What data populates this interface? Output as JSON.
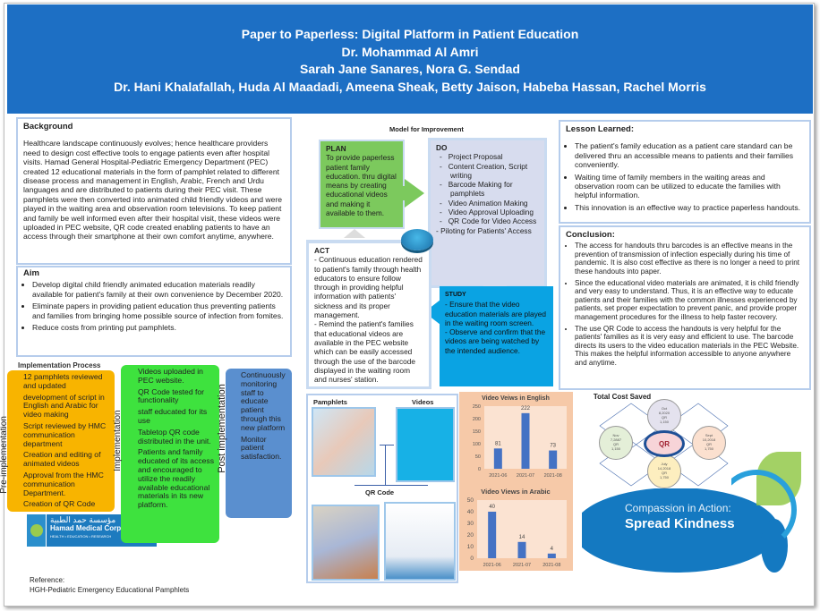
{
  "header": {
    "title": "Paper to Paperless: Digital Platform in Patient Education",
    "line2": "Dr. Mohammad Al Amri",
    "line3": "Sarah Jane Sanares, Nora G. Sendad",
    "line4": "Dr. Hani Khalafallah, Huda Al Maadadi, Ameena Sheak, Betty Jaison, Habeba  Hassan,  Rachel Morris"
  },
  "background": {
    "title": "Background",
    "text": "Healthcare landscape continuously evolves; hence healthcare providers need to design cost effective tools to engage patients even after hospital visits. Hamad General Hospital-Pediatric Emergency Department (PEC) created 12 educational materials in the form of pamphlet related to different disease process and management in English, Arabic, French and Urdu languages and are distributed to patients during their PEC visit. These pamphlets were then converted into animated child friendly videos and were played in the waiting area and observation room  televisions. To keep patient and family be well informed even after their hospital visit, these videos were uploaded in PEC website, QR code created  enabling patients to have an access through their smartphone  at their own comfort anytime, anywhere."
  },
  "aim": {
    "title": "Aim",
    "items": [
      "Develop digital child friendly animated education materials readily available for patient's family at their own convenience by December 2020.",
      "Eliminate papers in providing patient education thus preventing patients and families from bringing home possible source of infection from fomites.",
      "Reduce costs from printing put pamphlets."
    ]
  },
  "implementation": {
    "title": "Implementation Process",
    "pre": {
      "label": "Pre-implementation",
      "items": [
        "12 pamphlets reviewed and updated",
        "development of script in English and Arabic for video making",
        "Script reviewed by HMC  communication department",
        "Creation and editing of animated videos",
        "Approval from the HMC communication Department.",
        "Creation of QR Code"
      ]
    },
    "impl": {
      "label": "Implementation",
      "items": [
        "Videos  uploaded in PEC website.",
        "QR Code tested  for functionality",
        "staff educated for its use",
        "Tabletop QR code distributed in the unit.",
        "Patients and family educated of its access and encouraged to utilize the readily available educational materials in its new platform."
      ]
    },
    "post": {
      "label": "Post implementation",
      "items": [
        "Continuously monitoring staff to educate patient through this new platform",
        "Monitor patient satisfaction."
      ]
    }
  },
  "logo": {
    "arabic": "مؤسسة حمد الطبية",
    "english": "Hamad Medical Corporation",
    "tagline": "HEALTH • EDUCATION • RESEARCH"
  },
  "reference": {
    "label": "Reference:",
    "text": "HGH-Pediatric Emergency Educational Pamphlets"
  },
  "model": {
    "title": "Model for Improvement",
    "plan": {
      "title": "PLAN",
      "text": "To provide paperless patient family education. thru digital means by creating educational videos and making it available to them."
    },
    "do": {
      "title": "DO",
      "items": [
        "Project Proposal",
        "Content Creation, Script writing",
        "Barcode Making for pamphlets",
        "Video Animation Making",
        "Video Approval Uploading",
        "QR Code for Video Access"
      ],
      "last": " - Piloting for Patients' Access"
    },
    "study": {
      "title": "STUDY",
      "items": [
        "- Ensure that the video education materials are played in the waiting room screen.",
        "- Observe and confirm that the videos are being watched by the intended audience."
      ]
    },
    "act": {
      "title": "ACT",
      "items": [
        "- Continuous education rendered to patient's family through health educators to ensure follow through in providing helpful information with patients' sickness and its proper management.",
        "- Remind the patient's families that educational videos are available in the PEC website which can be easily accessed through the use of the barcode displayed in the waiting room and nurses' station."
      ]
    }
  },
  "photos": {
    "pamphlets": "Pamphlets",
    "videos": "Videos",
    "qr": "QR Code"
  },
  "chart_data": [
    {
      "type": "bar",
      "title": "Video Veiws in English",
      "categories": [
        "2021-06",
        "2021-07",
        "2021-08"
      ],
      "values": [
        81,
        222,
        73
      ],
      "ylim": [
        0,
        250
      ],
      "yticks": [
        0,
        50,
        100,
        150,
        200,
        250
      ]
    },
    {
      "type": "bar",
      "title": "Video Views in Arabic",
      "categories": [
        "2021-06",
        "2021-07",
        "2021-08"
      ],
      "values": [
        40,
        14,
        4
      ],
      "ylim": [
        0,
        50
      ],
      "yticks": [
        0,
        10,
        20,
        30,
        40,
        50
      ]
    }
  ],
  "lesson": {
    "title": "Lesson Learned:",
    "items": [
      "The patient's family education as a patient care standard can be delivered thru an accessible means to patients and their families conveniently.",
      "Waiting time of family members in the waiting areas and observation room can be utilized to educate the families with helpful information.",
      "This innovation is an effective way to practice paperless handouts."
    ]
  },
  "conclusion": {
    "title": "Conclusion:",
    "items": [
      "The access for handouts thru barcodes is an effective means in the prevention of transmission of infection especially during his time of pandemic. It is also cost effective as there is no longer a need to print these handouts into paper.",
      "Since the educational video materials are animated, it is child friendly and very easy to understand. Thus, it is an effective way to educate patients and their families with the common illnesses experienced by patients, set proper expectation to prevent panic, and provide proper management procedures for the illness to help faster recovery.",
      "The use QR Code to access the handouts is very helpful for the patients' families as it is very easy and efficient to use. The barcode directs its users to the video education materials in the PEC Website. This makes the helpful information accessible to anyone anywhere and anytime."
    ]
  },
  "cost": {
    "title": "Total Cost Saved",
    "center": "QR",
    "circles": [
      {
        "l1": "Oct",
        "l2": "8,2020",
        "l3": "QR",
        "l4": "1,150",
        "color": "#e4e2ee"
      },
      {
        "l1": "Sept",
        "l2": "10,2018",
        "l3": "QR",
        "l4": "1,750",
        "color": "#fbe0cf"
      },
      {
        "l1": "July",
        "l2": "14,2018",
        "l3": "QR",
        "l4": "1,750",
        "color": "#fdeebf"
      },
      {
        "l1": "Nov",
        "l2": "7,2887",
        "l3": "QR",
        "l4": "1,150",
        "color": "#e4efd8"
      }
    ]
  },
  "banner": {
    "line1": "Compassion in Action:",
    "line2": "Spread Kindness"
  }
}
